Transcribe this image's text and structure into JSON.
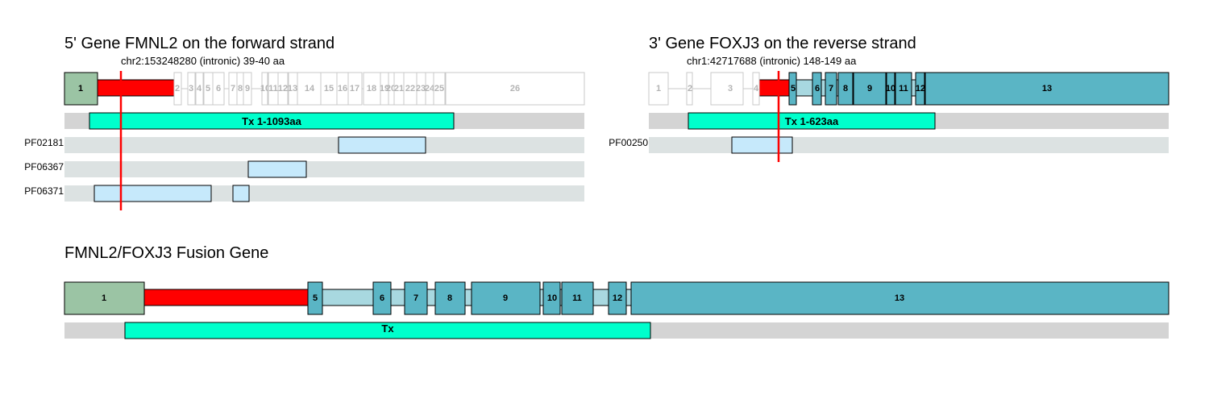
{
  "colors": {
    "first_exon": "#9bc4a4",
    "red_region": "#ff0000",
    "teal_exon": "#5ab5c5",
    "intron_fill": "#a8d8e0",
    "faded_stroke": "#c8c8c8",
    "faded_text": "#b4b4b4",
    "tx_fill": "#00ffcc",
    "track_gray": "#d4d4d4",
    "domain_track": "#dce2e2",
    "domain_fill": "#c6e9fb",
    "breakpoint": "#ff0000"
  },
  "gene5": {
    "title": "5' Gene FMNL2 on the forward strand",
    "breakpoint_label": "chr2:153248280 (intronic) 39-40 aa",
    "exon_labels": [
      "1",
      "2",
      "3",
      "4",
      "5",
      "6",
      "7",
      "8",
      "9",
      "10",
      "11",
      "12",
      "13",
      "14",
      "15",
      "16",
      "17",
      "18",
      "19",
      "20",
      "21",
      "22",
      "23",
      "24",
      "25",
      "26"
    ],
    "tx_label": "Tx 1-1093aa",
    "domains": [
      {
        "name": "PF02181"
      },
      {
        "name": "PF06367"
      },
      {
        "name": "PF06371"
      }
    ]
  },
  "gene3": {
    "title": "3' Gene FOXJ3 on the reverse strand",
    "breakpoint_label": "chr1:42717688 (intronic) 148-149 aa",
    "exon_labels": [
      "1",
      "2",
      "3",
      "4",
      "5",
      "6",
      "7",
      "8",
      "9",
      "10",
      "11",
      "12",
      "13"
    ],
    "tx_label": "Tx 1-623aa",
    "domains": [
      {
        "name": "PF00250"
      }
    ]
  },
  "fusion": {
    "title": "FMNL2/FOXJ3 Fusion Gene",
    "exon_labels": [
      "1",
      "5",
      "6",
      "7",
      "8",
      "9",
      "10",
      "11",
      "12",
      "13"
    ],
    "tx_label": "Tx"
  }
}
